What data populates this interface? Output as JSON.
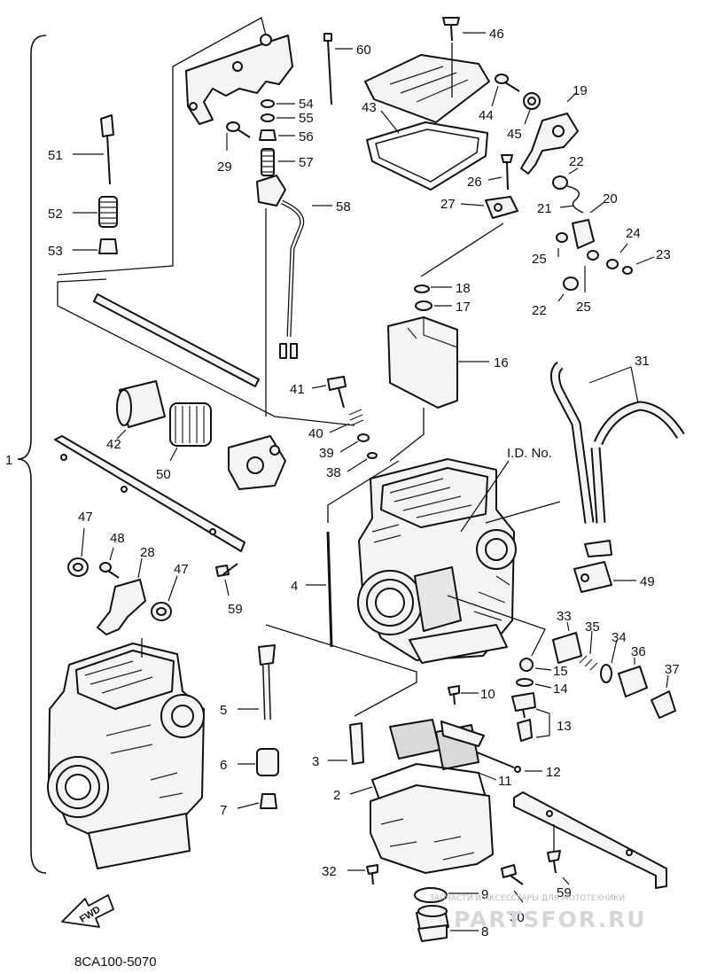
{
  "diagram": {
    "drawing_code": "8CA100-5070",
    "fwd_label": "FWD",
    "id_label": "I.D. No.",
    "watermark_text": "ЗАПЧАСТИ И АКСЕССУАРЫ ДЛЯ МОТОТЕХНИКИ",
    "watermark_logo": "PARTSFOR.RU",
    "bracket_label": "1",
    "callouts": {
      "c2": "2",
      "c3": "3",
      "c4": "4",
      "c5": "5",
      "c6": "6",
      "c7": "7",
      "c8": "8",
      "c9": "9",
      "c10": "10",
      "c11": "11",
      "c12": "12",
      "c13": "13",
      "c14": "14",
      "c15": "15",
      "c16": "16",
      "c17": "17",
      "c18": "18",
      "c19": "19",
      "c20": "20",
      "c21": "21",
      "c22a": "22",
      "c22b": "22",
      "c23": "23",
      "c24": "24",
      "c25a": "25",
      "c25b": "25",
      "c26": "26",
      "c27": "27",
      "c28": "28",
      "c29": "29",
      "c30": "30",
      "c31": "31",
      "c32": "32",
      "c33": "33",
      "c34": "34",
      "c35": "35",
      "c36": "36",
      "c37": "37",
      "c38": "38",
      "c39": "39",
      "c40": "40",
      "c41": "41",
      "c42": "42",
      "c43": "43",
      "c44": "44",
      "c45": "45",
      "c46": "46",
      "c47a": "47",
      "c47b": "47",
      "c48": "48",
      "c49": "49",
      "c50": "50",
      "c51": "51",
      "c52": "52",
      "c53": "53",
      "c54": "54",
      "c55": "55",
      "c56": "56",
      "c57": "57",
      "c58": "58",
      "c59a": "59",
      "c59b": "59",
      "c60": "60"
    }
  }
}
